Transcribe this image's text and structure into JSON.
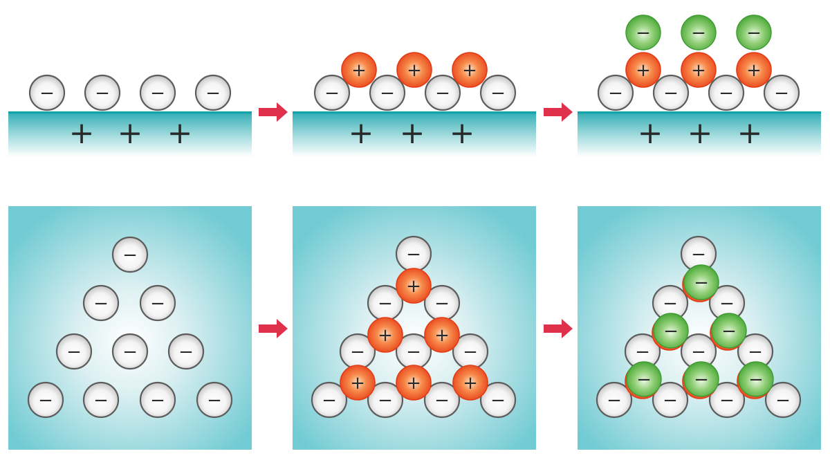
{
  "symbols": {
    "negative": "−",
    "positive": "+"
  },
  "colors": {
    "teal": "#14a3aa",
    "panel_teal": "#72cbd3",
    "arrow": "#e0314c",
    "neutral_ion_rim": "#5c5c5c",
    "cation_fill": "#ef5a2a",
    "anion_fill": "#5ab540",
    "sign": "#2a2a2a"
  },
  "layer_counts": {
    "substrate_surface_charges": 3,
    "bottom_anion_layer": 4,
    "cation_layer": 3,
    "top_anion_layer": 3
  },
  "triangle_rows": [
    1,
    2,
    3,
    4
  ],
  "steps": [
    {
      "id": "planar-1",
      "layers": [
        "anion"
      ]
    },
    {
      "id": "planar-2",
      "layers": [
        "anion",
        "cation"
      ]
    },
    {
      "id": "planar-3",
      "layers": [
        "anion",
        "cation",
        "green-anion"
      ]
    },
    {
      "id": "particle-1",
      "layers": [
        "anion"
      ]
    },
    {
      "id": "particle-2",
      "layers": [
        "anion",
        "cation"
      ]
    },
    {
      "id": "particle-3",
      "layers": [
        "anion",
        "cation",
        "green-anion"
      ]
    }
  ],
  "transitions": 4
}
